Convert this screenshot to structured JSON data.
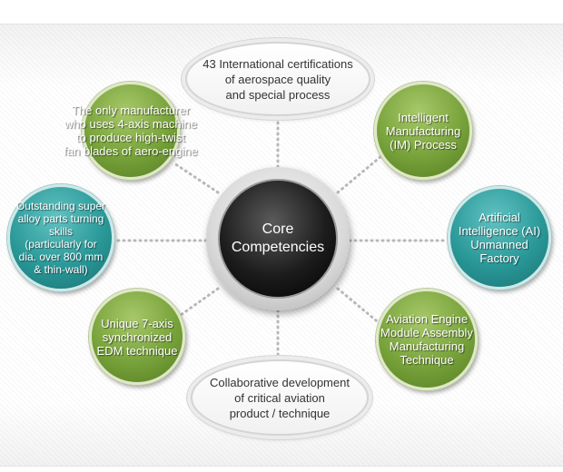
{
  "diagram": {
    "center": {
      "label": "Core\nCompetencies"
    },
    "nodes": [
      {
        "id": "certifications",
        "label": "43 International certifications\nof aerospace quality\nand special process",
        "style": "white"
      },
      {
        "id": "intelligent-manufacturing",
        "label": "Intelligent\nManufacturing\n(IM) Process",
        "style": "green"
      },
      {
        "id": "ai-unmanned-factory",
        "label": "Artificial\nIntelligence (AI)\nUnmanned\nFactory",
        "style": "teal"
      },
      {
        "id": "aviation-engine-module",
        "label": "Aviation Engine\nModule Assembly\nManufacturing\nTechnique",
        "style": "green"
      },
      {
        "id": "collaborative-development",
        "label": "Collaborative development\nof critical aviation\nproduct / technique",
        "style": "white"
      },
      {
        "id": "edm-technique",
        "label": "Unique 7-axis\nsynchronized\nEDM technique",
        "style": "green"
      },
      {
        "id": "alloy-turning",
        "label": "Outstanding super\nalloy parts turning skills\n(particularly for\ndia. over 800 mm\n& thin-wall)",
        "style": "teal"
      },
      {
        "id": "fan-blades",
        "label": "The only manufacturer\nwho uses 4-axis machine\nto produce high-twist\nfan blades of aero-engine",
        "style": "green"
      }
    ],
    "colors": {
      "green": "#77a23a",
      "teal": "#2a9898",
      "core": "#000000",
      "connector": "#b8b8b8"
    }
  }
}
